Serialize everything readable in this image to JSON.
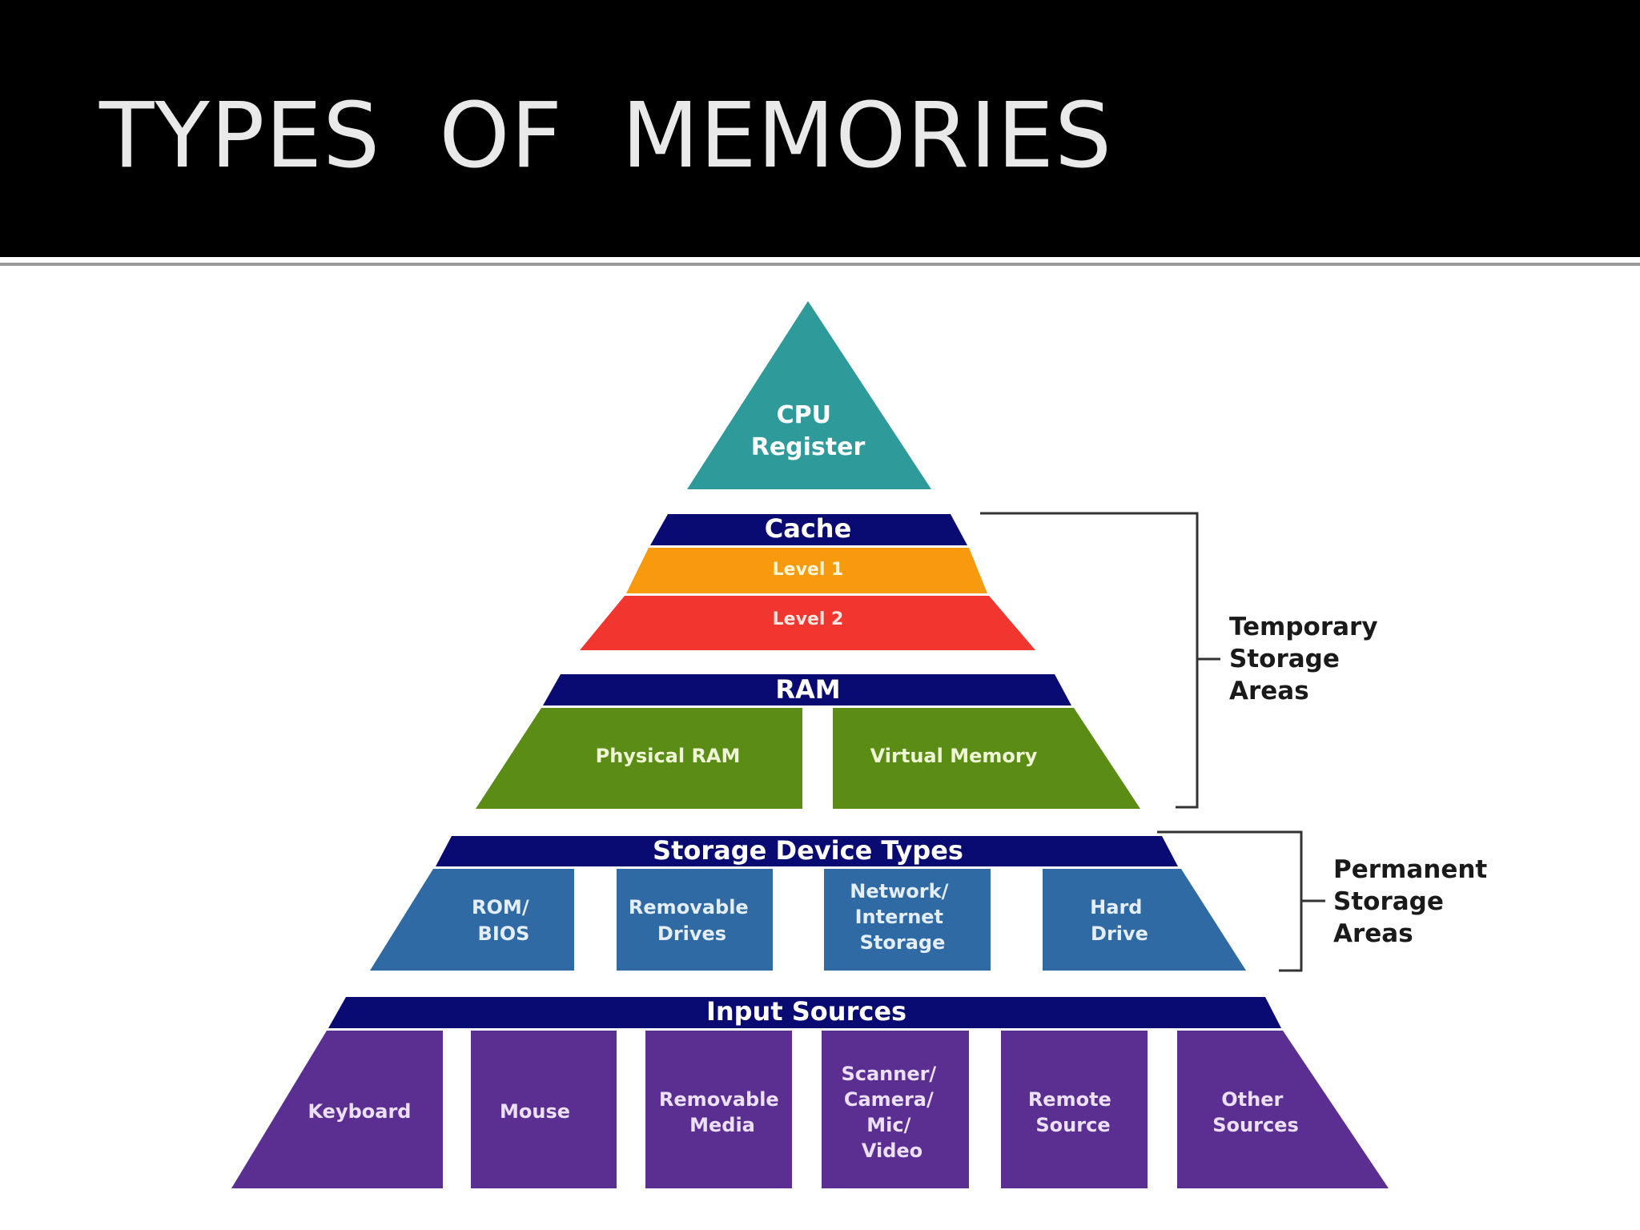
{
  "slide": {
    "title": "TYPES  OF  MEMORIES"
  },
  "pyramid": {
    "cpu": {
      "lines": [
        "CPU",
        "Register"
      ]
    },
    "cache": {
      "header": "Cache",
      "level1": "Level 1",
      "level2": "Level 2"
    },
    "ram": {
      "header": "RAM",
      "physical": "Physical RAM",
      "virtual": "Virtual Memory"
    },
    "storage": {
      "header": "Storage Device Types",
      "items": [
        {
          "lines": [
            "ROM/",
            "BIOS"
          ]
        },
        {
          "lines": [
            "Removable",
            "Drives"
          ]
        },
        {
          "lines": [
            "Network/",
            "Internet",
            "Storage"
          ]
        },
        {
          "lines": [
            "Hard",
            "Drive"
          ]
        }
      ]
    },
    "input": {
      "header": "Input Sources",
      "items": [
        {
          "lines": [
            "Keyboard"
          ]
        },
        {
          "lines": [
            "Mouse"
          ]
        },
        {
          "lines": [
            "Removable",
            "Media"
          ]
        },
        {
          "lines": [
            "Scanner/",
            "Camera/",
            "Mic/",
            "Video"
          ]
        },
        {
          "lines": [
            "Remote",
            "Source"
          ]
        },
        {
          "lines": [
            "Other",
            "Sources"
          ]
        }
      ]
    }
  },
  "brackets": {
    "temporary": {
      "lines": [
        "Temporary",
        "Storage",
        "Areas"
      ]
    },
    "permanent": {
      "lines": [
        "Permanent",
        "Storage",
        "Areas"
      ]
    }
  },
  "colors": {
    "header_bg": "#000000",
    "title_text": "#e9e9e9",
    "cpu": "#2e9a9a",
    "band_navy": "#0a0a73",
    "level1": "#f79a0d",
    "level2": "#f0362f",
    "ram_green": "#5a8c16",
    "storage_blue": "#2f6aa5",
    "input_purple": "#5b2f92",
    "bracket_label": "#1a1a1a"
  }
}
